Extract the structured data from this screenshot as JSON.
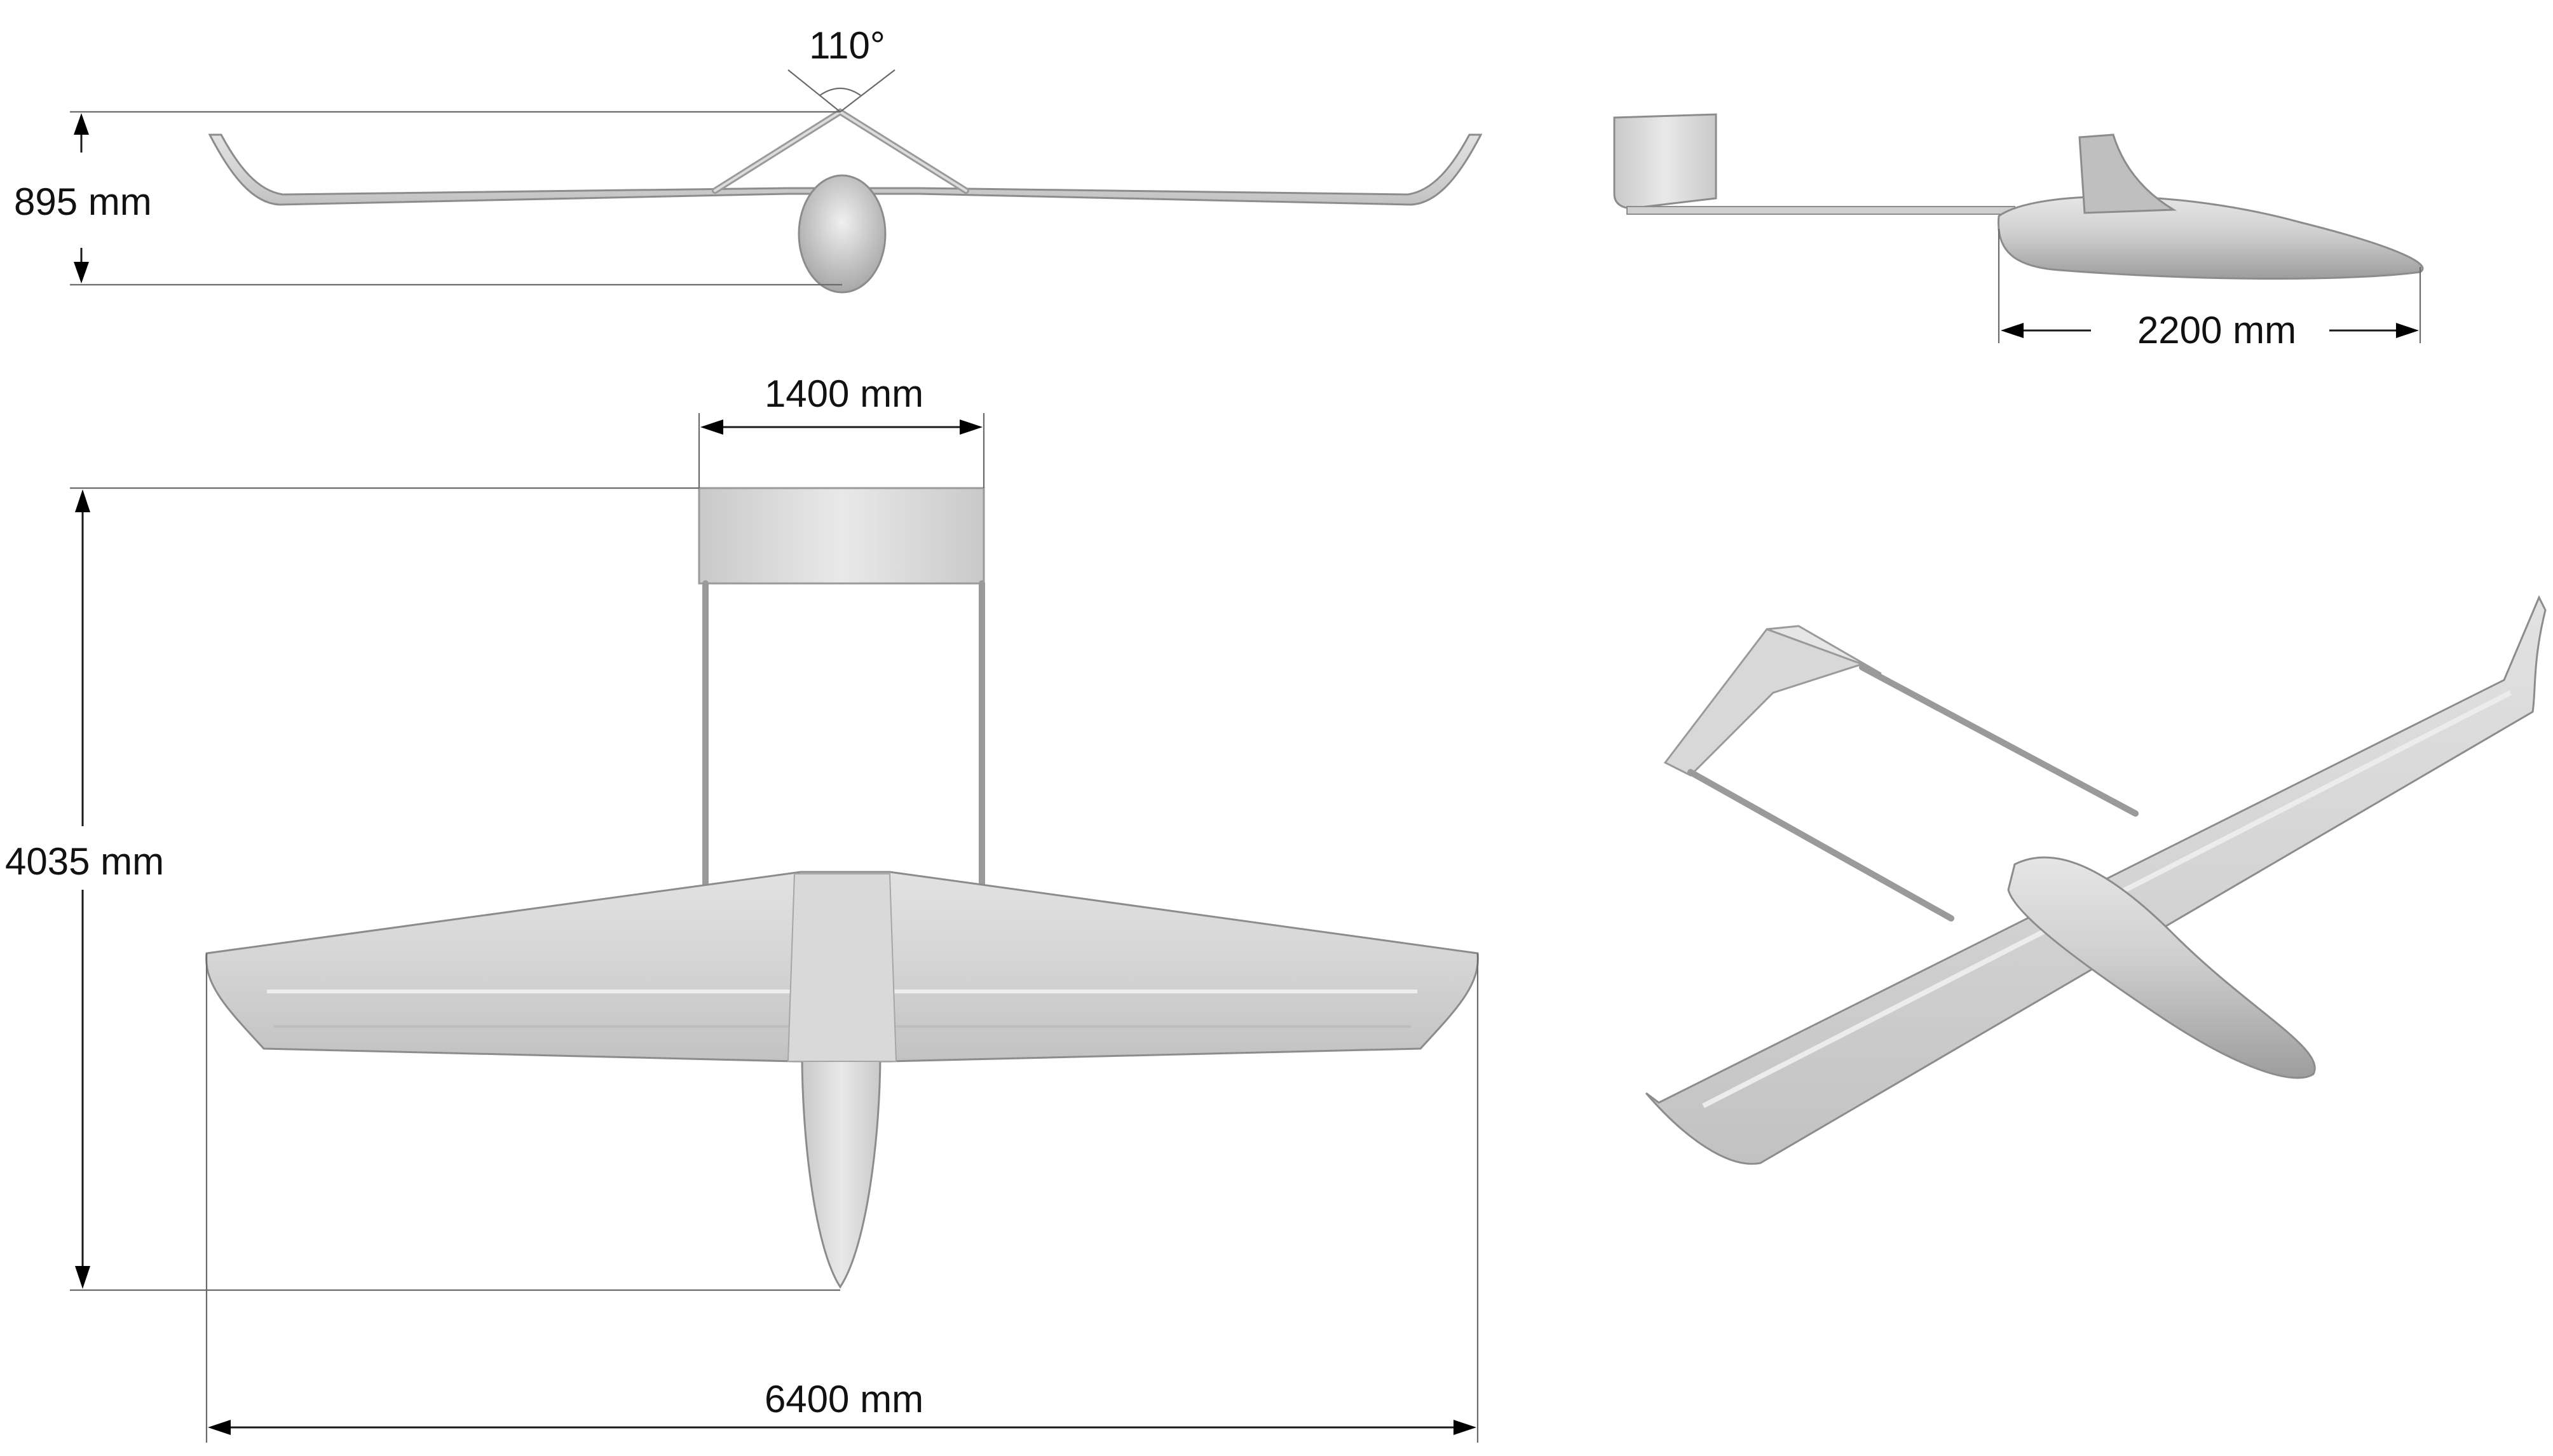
{
  "figure": {
    "front_view": {
      "angle_label": "110°",
      "height_label": "895 mm"
    },
    "side_view": {
      "length_label": "2200 mm"
    },
    "top_view": {
      "tail_span_label": "1400 mm",
      "length_label": "4035 mm",
      "wingspan_label": "6400 mm"
    },
    "colors": {
      "airframe": "#d2d2d2",
      "airframe_shadow": "#9e9e9e",
      "dimension_line": "#1a1a1a",
      "extension_line": "#6a6a6a"
    }
  }
}
